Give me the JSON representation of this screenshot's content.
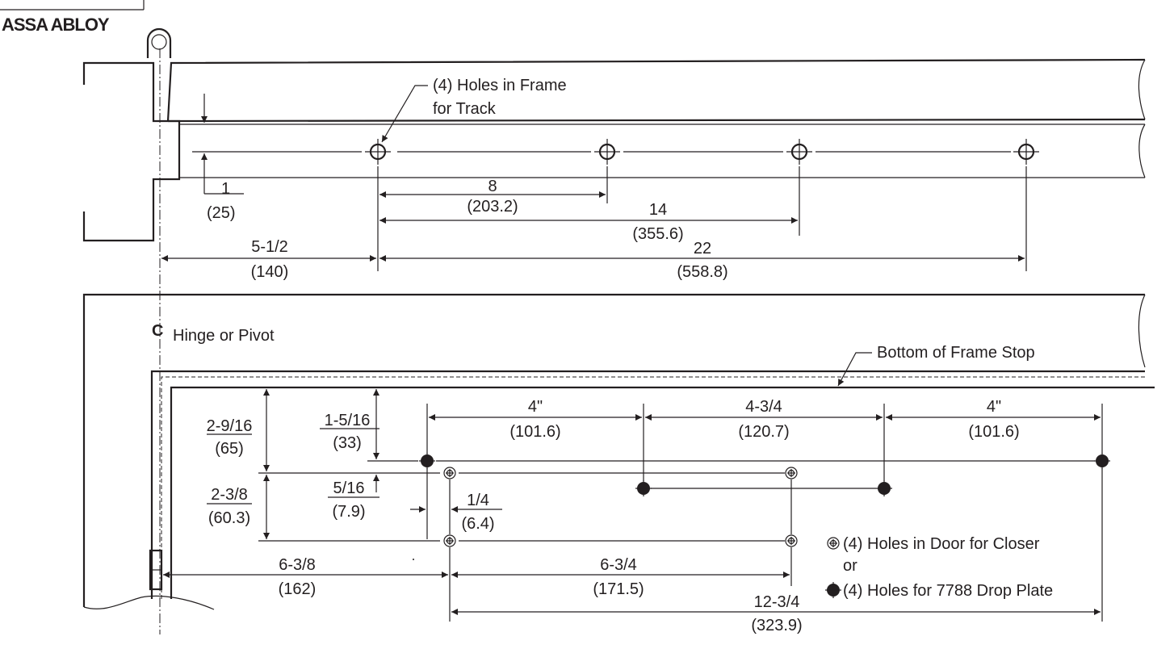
{
  "logo": "ASSA ABLOY",
  "top_view": {
    "holes_callout_line1": "(4) Holes in Frame",
    "holes_callout_line2": "for Track",
    "dim_1": "1",
    "dim_1_mm": "(25)",
    "dim_8": "8",
    "dim_8_mm": "(203.2)",
    "dim_14": "14",
    "dim_14_mm": "(355.6)",
    "dim_22": "22",
    "dim_22_mm": "(558.8)",
    "dim_5_1_2": "5-1/2",
    "dim_5_1_2_mm": "(140)"
  },
  "bottom_view": {
    "cl_symbol": "C",
    "cl_label": "Hinge or Pivot",
    "frame_stop_label": "Bottom of Frame Stop",
    "dim_4a": "4\"",
    "dim_4a_mm": "(101.6)",
    "dim_4_3_4": "4-3/4",
    "dim_4_3_4_mm": "(120.7)",
    "dim_4b": "4\"",
    "dim_4b_mm": "(101.6)",
    "dim_2_9_16": "2-9/16",
    "dim_2_9_16_mm": "(65)",
    "dim_1_5_16": "1-5/16",
    "dim_1_5_16_mm": "(33)",
    "dim_2_3_8": "2-3/8",
    "dim_2_3_8_mm": "(60.3)",
    "dim_5_16": "5/16",
    "dim_5_16_mm": "(7.9)",
    "dim_1_4": "1/4",
    "dim_1_4_mm": "(6.4)",
    "dim_6_3_8": "6-3/8",
    "dim_6_3_8_mm": "(162)",
    "dim_6_3_4": "6-3/4",
    "dim_6_3_4_mm": "(171.5)",
    "dim_12_3_4": "12-3/4",
    "dim_12_3_4_mm": "(323.9)",
    "legend_closer": "(4) Holes in Door for Closer",
    "legend_or": "or",
    "legend_drop_plate": "(4) Holes for 7788 Drop Plate"
  }
}
